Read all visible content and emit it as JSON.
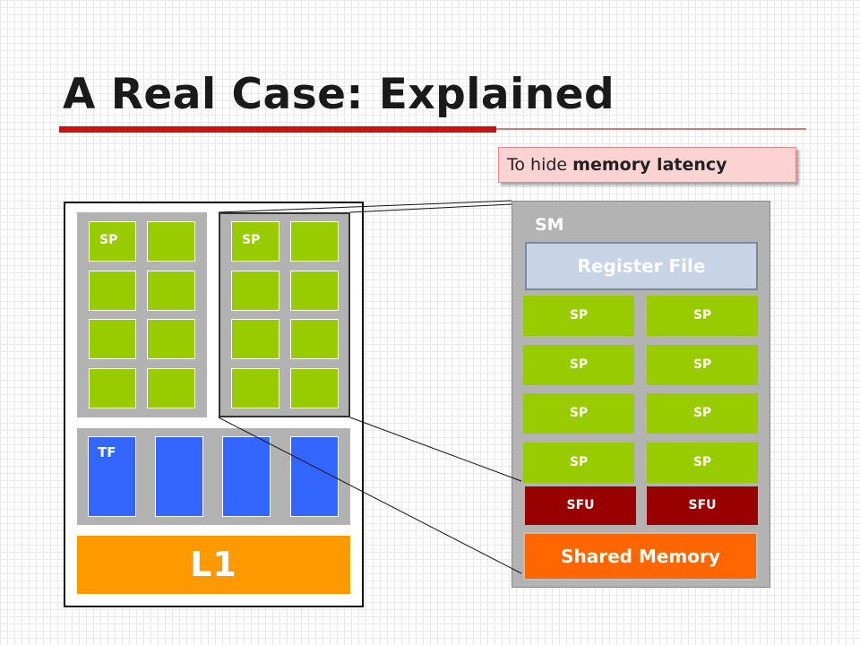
{
  "slide": {
    "title": "A Real Case: Explained"
  },
  "callout": {
    "prefix": "To hide ",
    "emphasis": "memory latency"
  },
  "gpu": {
    "sp_label": "SP",
    "tf_label": "TF",
    "l1_label": "L1"
  },
  "sm": {
    "label": "SM",
    "register_file": "Register File",
    "sp_label": "SP",
    "sfu_label": "SFU",
    "shared_memory": "Shared Memory"
  },
  "colors": {
    "sp_green": "#99cc00",
    "tf_blue": "#3366ff",
    "l1_orange": "#ff9900",
    "sfu_dark_red": "#990000",
    "shared_memory_orange": "#ff6600",
    "register_file_blue": "#c6d4e6",
    "title_rule_red": "#cc1111"
  }
}
